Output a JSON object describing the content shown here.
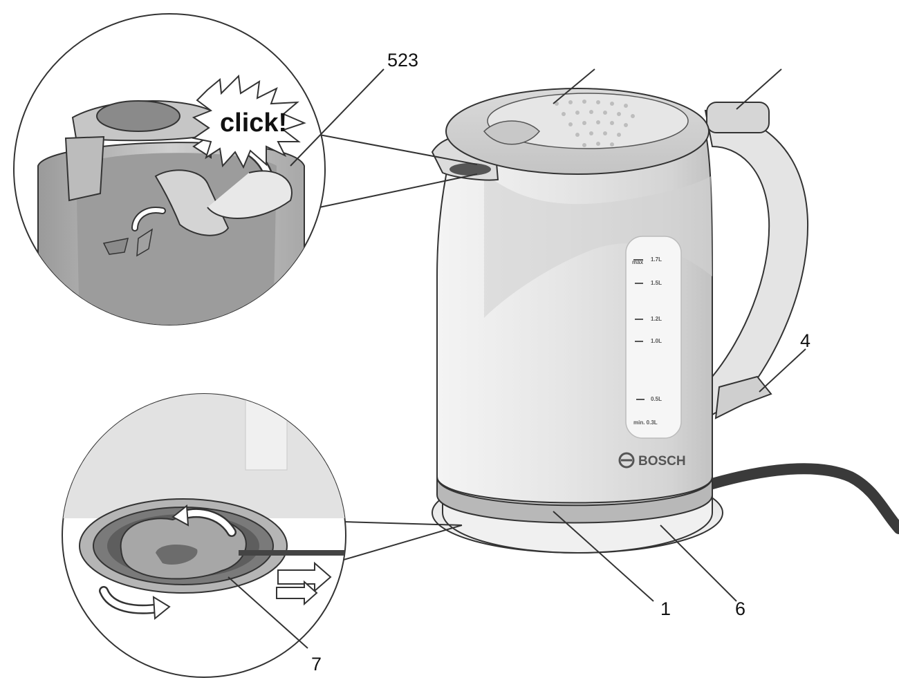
{
  "callouts": {
    "c523": "523",
    "c4": "4",
    "c1": "1",
    "c6": "6",
    "c7": "7"
  },
  "click_label": "click!",
  "brand": "BOSCH",
  "water_scale": {
    "max_mark": "max",
    "marks": [
      "1.7L",
      "1.5L",
      "1.2L",
      "1.0L",
      "0.5L"
    ],
    "min_label": "min. 0.3L"
  },
  "colors": {
    "line": "#333333",
    "kettle_light": "#ececec",
    "kettle_mid": "#cfcfcf",
    "kettle_dark": "#8c8c8c",
    "cable": "#3a3a3a"
  }
}
